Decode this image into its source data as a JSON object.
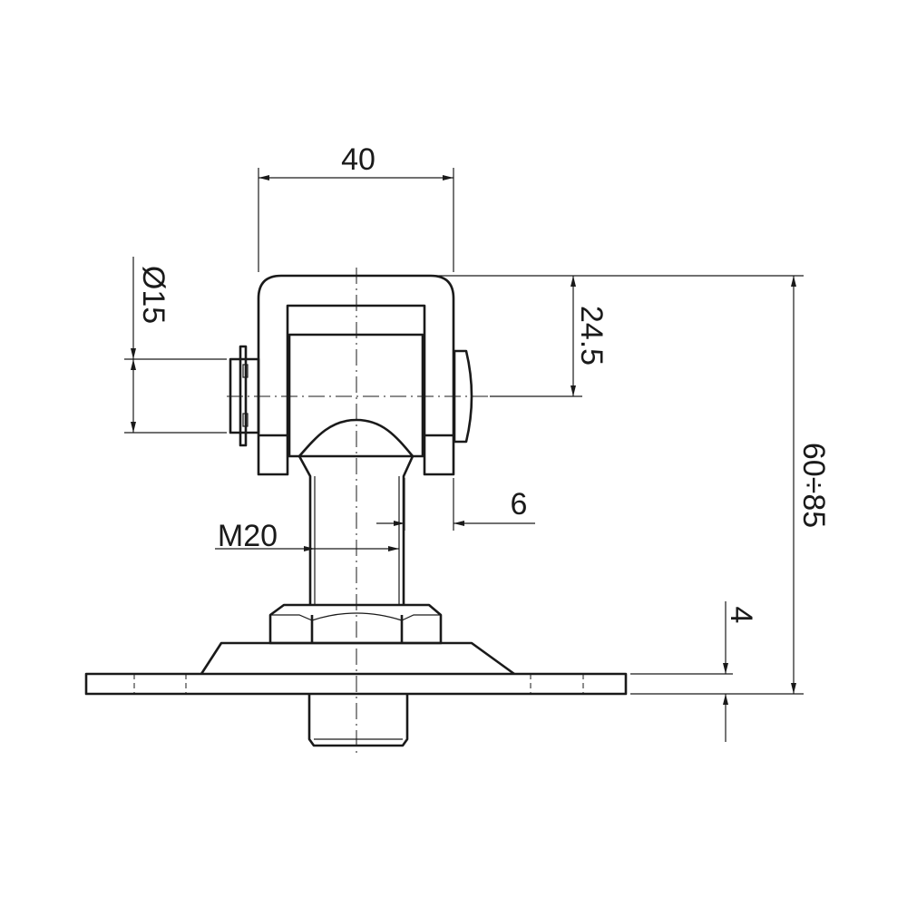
{
  "drawing": {
    "title": "Adjustable hinge with mounting plate",
    "dimensions": {
      "width": "40",
      "pin_diameter": "Ø15",
      "pin_height": "24.5",
      "adjust_range": "60÷85",
      "offset": "6",
      "thread": "M20",
      "plate_thickness": "4"
    },
    "line_color": "#1a1a1a"
  }
}
